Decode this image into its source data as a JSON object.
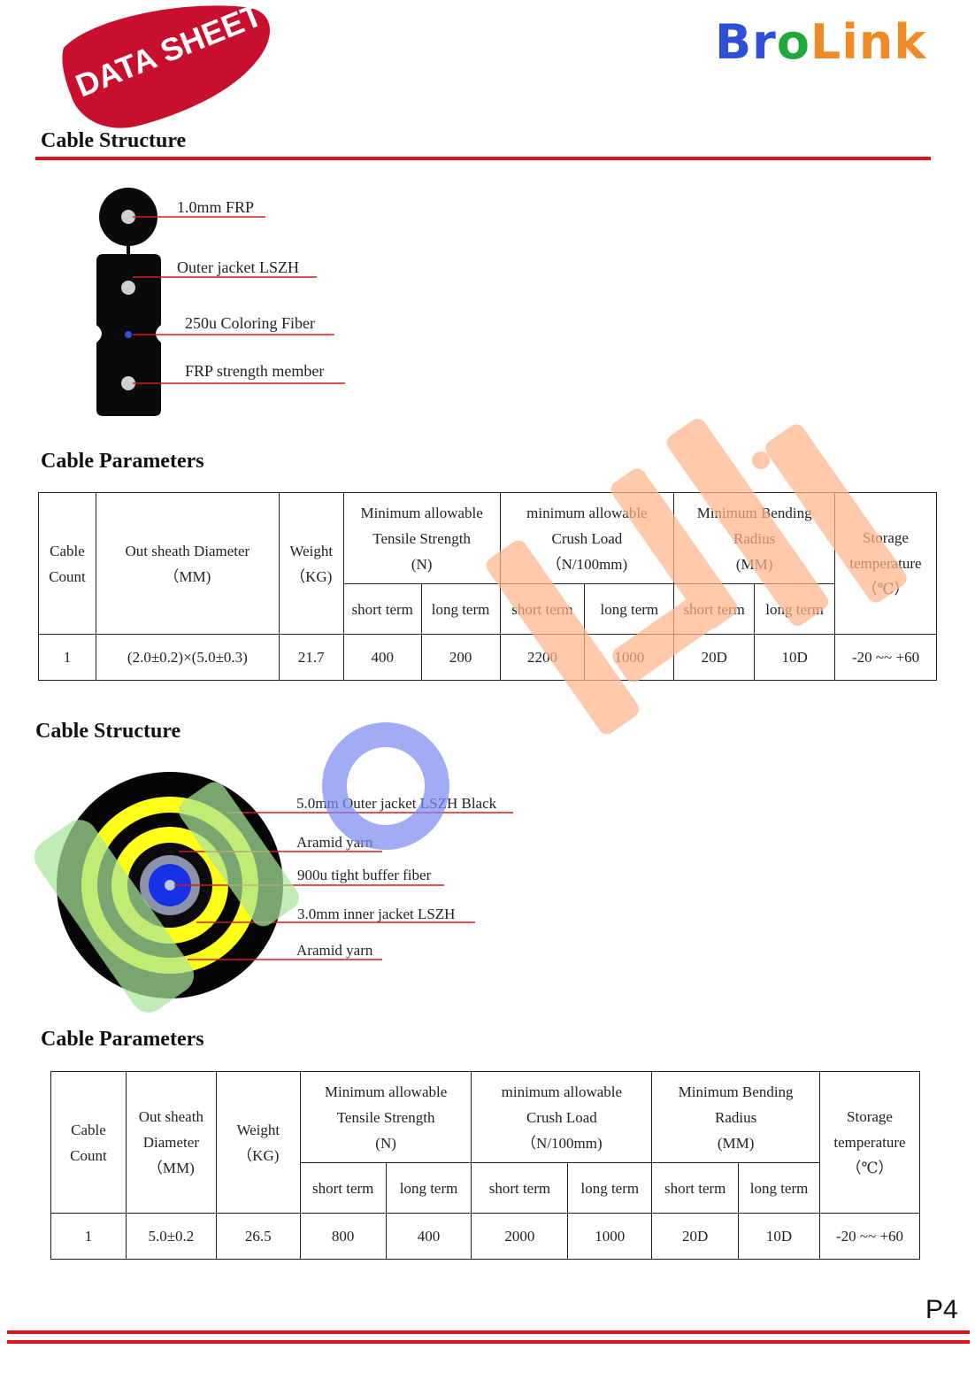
{
  "header": {
    "badge_text": "DATA SHEET",
    "logo": {
      "letters": [
        {
          "ch": "B",
          "color": "#2e4fd6"
        },
        {
          "ch": "r",
          "color": "#2e4fd6"
        },
        {
          "ch": "o",
          "color": "#22a83a"
        },
        {
          "ch": "L",
          "color": "#f08a24"
        },
        {
          "ch": "i",
          "color": "#f08a24"
        },
        {
          "ch": "n",
          "color": "#f08a24"
        },
        {
          "ch": "k",
          "color": "#f08a24"
        }
      ]
    }
  },
  "section1": {
    "structure_title": "Cable Structure",
    "labels": {
      "frp_top": "1.0mm FRP",
      "outer_jacket": "Outer jacket LSZH",
      "coloring_fiber": "250u Coloring Fiber",
      "frp_member": "FRP strength member"
    },
    "params_title": "Cable Parameters"
  },
  "table1": {
    "headers": {
      "cable_count": [
        "Cable",
        "Count"
      ],
      "out_sheath": [
        "Out sheath Diameter",
        "（MM)"
      ],
      "weight": [
        "Weight",
        "（KG)"
      ],
      "tensile": [
        "Minimum allowable",
        "Tensile Strength",
        "(N)"
      ],
      "crush": [
        "minimum allowable",
        "Crush Load",
        "（N/100mm)"
      ],
      "bending": [
        "Minimum Bending",
        "Radius",
        "(MM)"
      ],
      "storage": [
        "Storage",
        "temperature",
        "（℃）"
      ],
      "short_term": "short term",
      "long_term": "long term"
    },
    "row": {
      "count": "1",
      "diameter": "(2.0±0.2)×(5.0±0.3)",
      "weight": "21.7",
      "tensile_short": "400",
      "tensile_long": "200",
      "crush_short": "2200",
      "crush_long": "1000",
      "bend_short": "20D",
      "bend_long": "10D",
      "storage": "-20 ~~ +60"
    }
  },
  "section2": {
    "structure_title": "Cable Structure",
    "labels": {
      "outer_jacket": "5.0mm  Outer jacket LSZH Black",
      "aramid1": "Aramid yarn",
      "buffer": "900u tight buffer fiber",
      "inner_jacket": "3.0mm  inner jacket LSZH",
      "aramid2": "Aramid yarn"
    },
    "params_title": "Cable Parameters"
  },
  "table2": {
    "headers": {
      "cable_count": [
        "Cable",
        "Count"
      ],
      "out_sheath": [
        "Out sheath",
        "Diameter",
        "（MM)"
      ],
      "weight": [
        "Weight",
        "（KG)"
      ],
      "tensile": [
        "Minimum allowable",
        "Tensile Strength",
        "(N)"
      ],
      "crush": [
        "minimum allowable",
        "Crush Load",
        "（N/100mm)"
      ],
      "bending": [
        "Minimum Bending",
        "Radius",
        "(MM)"
      ],
      "storage": [
        "Storage",
        "temperature",
        "（℃）"
      ],
      "short_term": "short term",
      "long_term": "long term"
    },
    "row": {
      "count": "1",
      "diameter": "5.0±0.2",
      "weight": "26.5",
      "tensile_short": "800",
      "tensile_long": "400",
      "crush_short": "2000",
      "crush_long": "1000",
      "bend_short": "20D",
      "bend_long": "10D",
      "storage": "-20 ~~ +60"
    }
  },
  "footer": {
    "page": "P4"
  },
  "colors": {
    "accent_red": "#e0111b",
    "badge_red": "#c8102e",
    "watermark_orange": "#ffb48a",
    "watermark_blue": "#7d8cf2",
    "watermark_green": "#a8e59a"
  }
}
